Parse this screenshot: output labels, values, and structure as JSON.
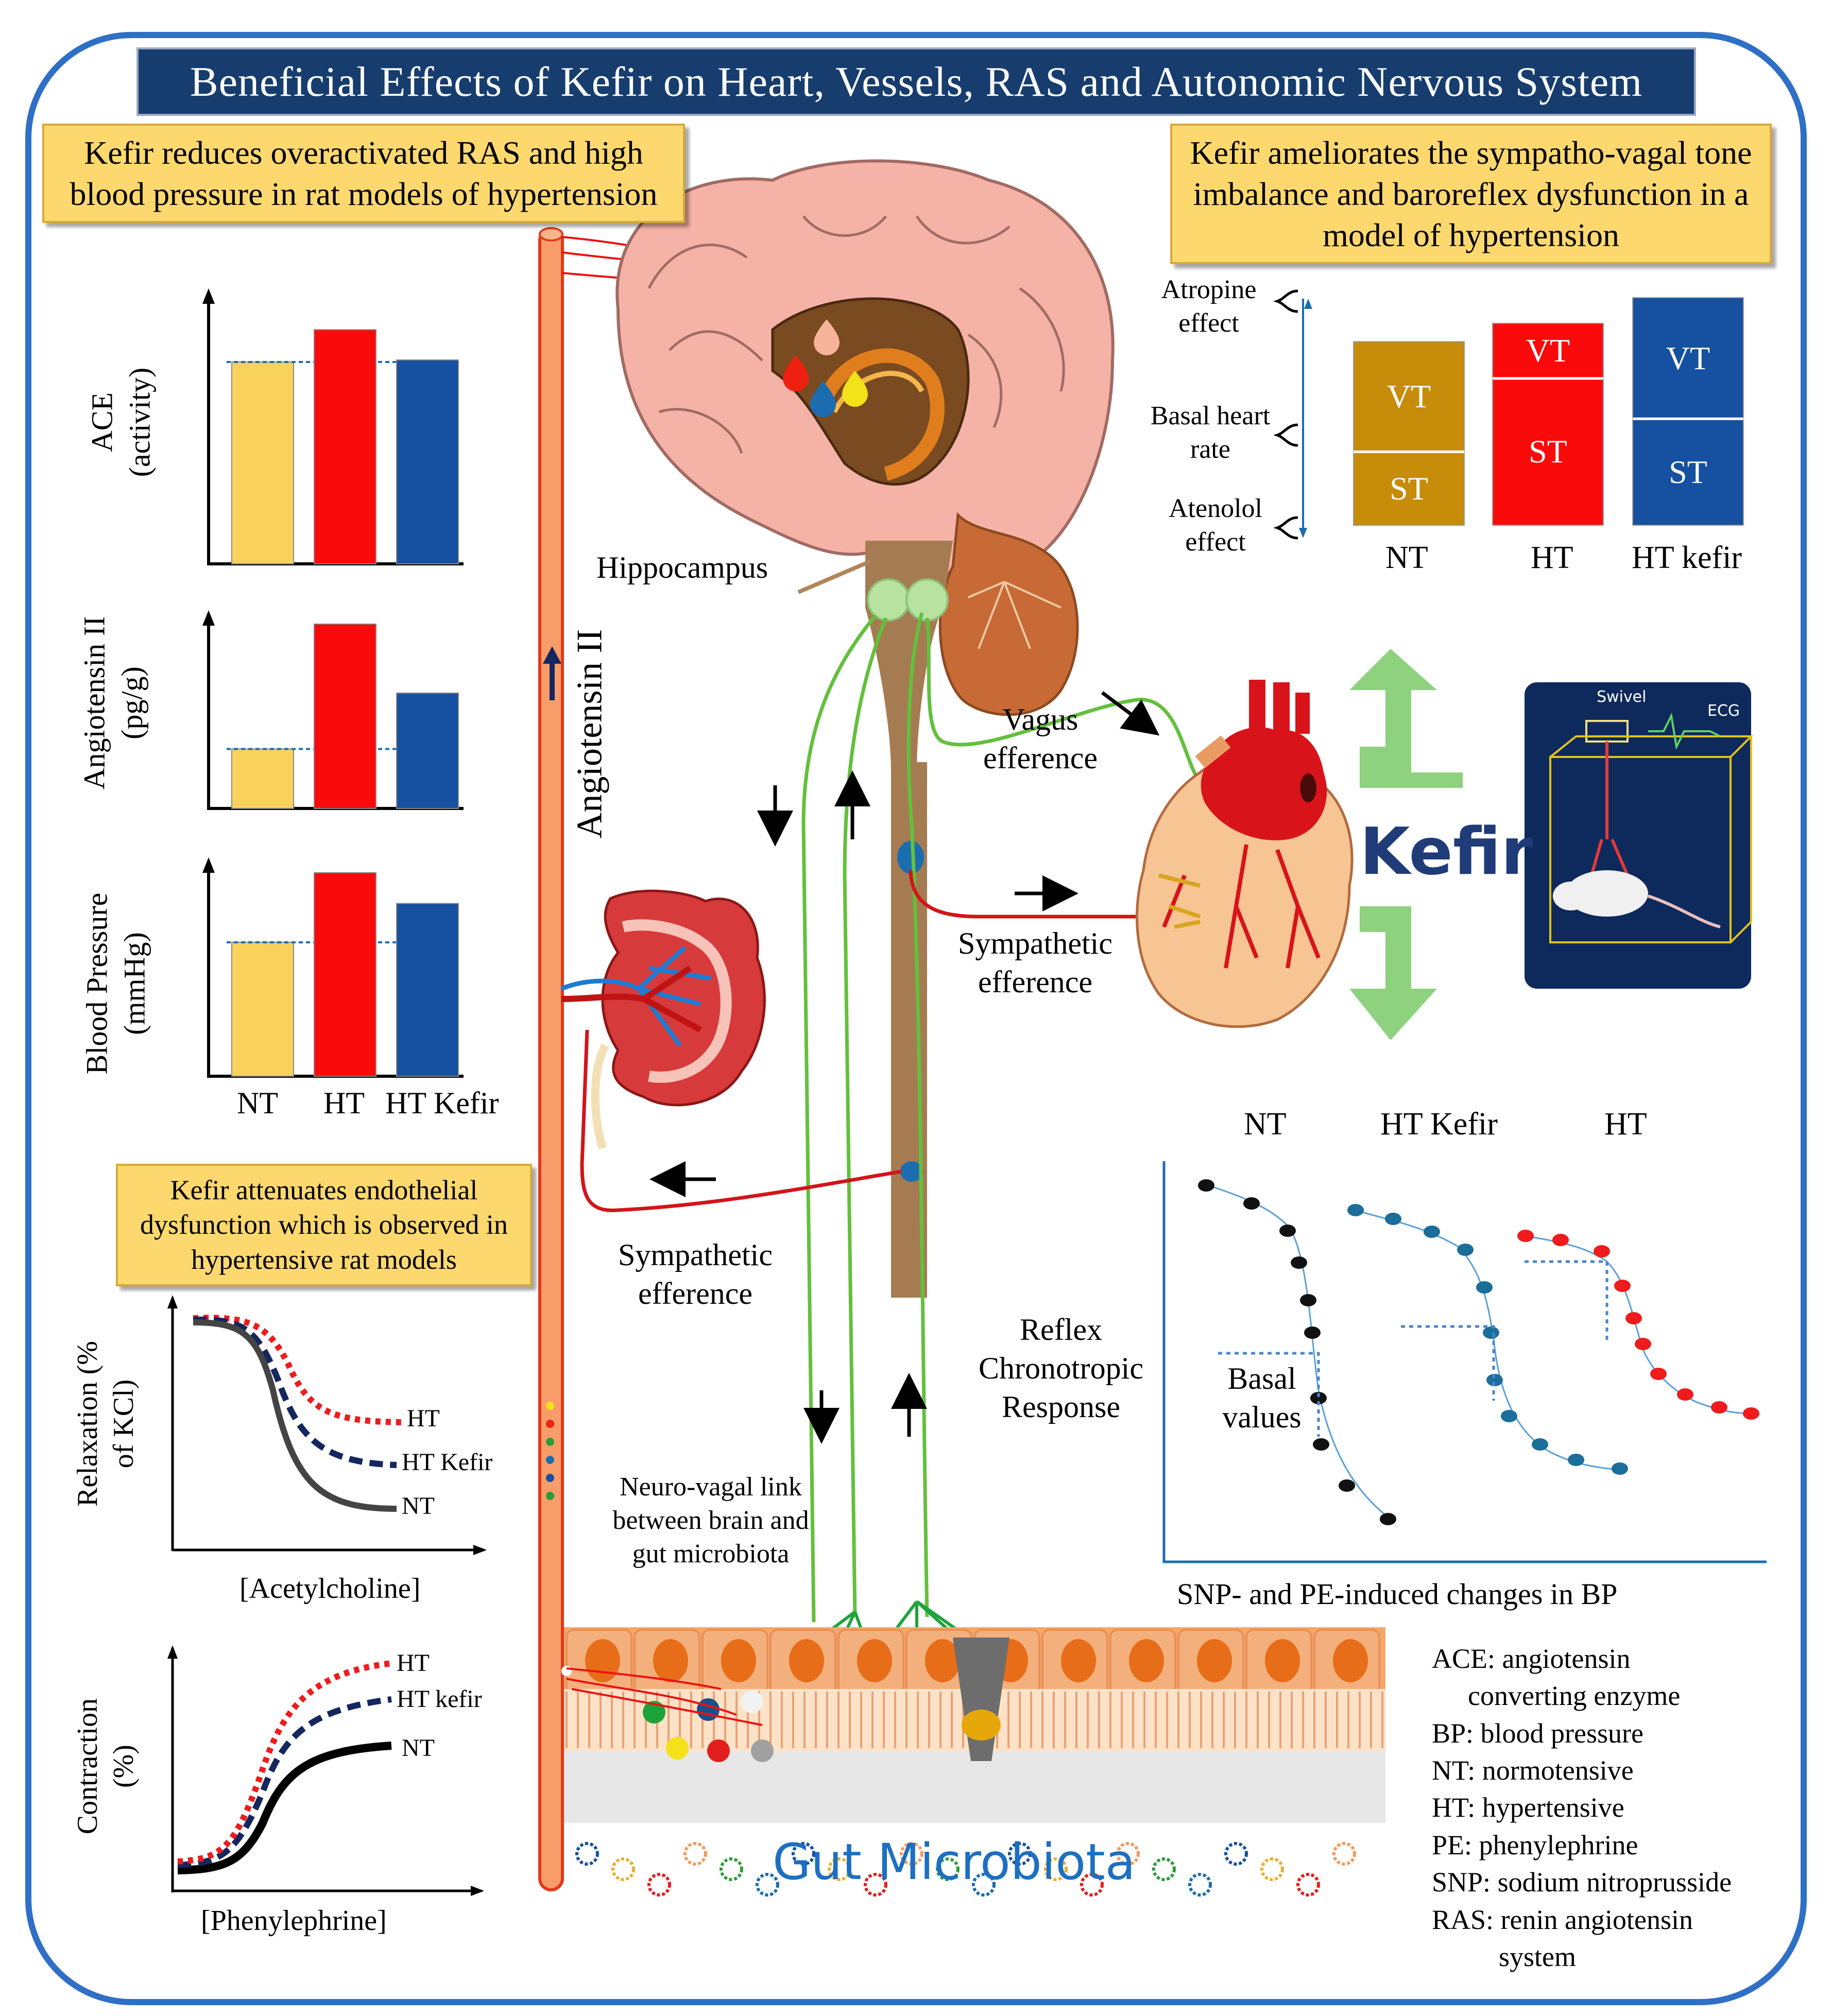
{
  "title": "Beneficial Effects of Kefir on Heart, Vessels, RAS and Autonomic Nervous System",
  "box_ras": "Kefir reduces overactivated RAS and high blood pressure in rat models of hypertension",
  "box_sympatho": "Kefir ameliorates the sympatho-vagal tone imbalance and baroreflex dysfunction in a model of hypertension",
  "box_endothelial": "Kefir attenuates endothelial dysfunction which is observed in hypertensive rat models",
  "colors": {
    "NT": "#f9d25c",
    "HT": "#fa0a0a",
    "HT_Kefir": "#1650a0",
    "frame": "#2f6fc6",
    "title_bg": "#173d6e"
  },
  "chart_data": [
    {
      "type": "bar",
      "ylabel": "ACE (activity)",
      "categories": [
        "NT",
        "HT",
        "HT Kefir"
      ],
      "values": [
        1.0,
        1.16,
        1.01
      ],
      "reference_line": "NT level (dotted)"
    },
    {
      "type": "bar",
      "ylabel": "Angiotensin II (pg/g)",
      "categories": [
        "NT",
        "HT",
        "HT Kefir"
      ],
      "values": [
        1.0,
        3.1,
        1.94
      ],
      "reference_line": "NT level (dotted)"
    },
    {
      "type": "bar",
      "ylabel": "Blood Pressure (mmHg)",
      "categories": [
        "NT",
        "HT",
        "HT Kefir"
      ],
      "values": [
        1.0,
        1.52,
        1.29
      ],
      "reference_line": "NT level (dotted)"
    },
    {
      "type": "line",
      "ylabel": "Relaxation (% of KCl)",
      "xlabel": "[Acetylcholine]",
      "series": [
        {
          "name": "HT",
          "style": "dotted red"
        },
        {
          "name": "HT Kefir",
          "style": "dashed navy"
        },
        {
          "name": "NT",
          "style": "solid gray"
        }
      ]
    },
    {
      "type": "line",
      "ylabel": "Contraction (%)",
      "xlabel": "[Phenylephrine]",
      "series": [
        {
          "name": "HT",
          "style": "dotted red"
        },
        {
          "name": "HT kefir",
          "style": "dashed navy"
        },
        {
          "name": "NT",
          "style": "solid black"
        }
      ]
    },
    {
      "type": "bar",
      "stacked": true,
      "categories": [
        "NT",
        "HT",
        "HT kefir"
      ],
      "series": [
        {
          "name": "ST",
          "values": [
            0.4,
            0.8,
            0.58
          ]
        },
        {
          "name": "VT",
          "values": [
            0.6,
            0.3,
            0.66
          ]
        }
      ],
      "side_labels": [
        "Atropine effect",
        "Basal heart rate",
        "Atenolol effect"
      ]
    },
    {
      "type": "scatter",
      "xlabel": "SNP- and PE-induced changes in BP",
      "series_labels": [
        "NT",
        "HT Kefir",
        "HT"
      ],
      "annotation": "Basal values"
    }
  ],
  "labels": {
    "nt": "NT",
    "ht": "HT",
    "ht_kefir": "HT Kefir",
    "ht_kefir_lower": "HT kefir",
    "vt": "VT",
    "st": "ST",
    "atropine": "Atropine effect",
    "basal_hr": "Basal heart rate",
    "atenolol": "Atenolol effect",
    "hippocampus": "Hippocampus",
    "angiotensin": "Angiotensin II",
    "vagus": "Vagus efference",
    "sympathetic": "Sympathetic efference",
    "reflex": "Reflex Chronotropic Response",
    "neurovagal": "Neuro-vagal link between brain and gut microbiota",
    "kefir": "Kefir",
    "swivel": "Swivel",
    "ecg": "ECG",
    "basal_values": "Basal values",
    "snp_pe": "SNP- and PE-induced changes in BP",
    "ace_axis": "ACE (activity)",
    "ang_axis": "Angiotensin II (pg/g)",
    "bp_axis": "Blood Pressure (mmHg)",
    "relax_axis": "Relaxation (% of KCl)",
    "contr_axis": "Contraction (%)",
    "ach": "[Acetylcholine]",
    "pe": "[Phenylephrine]",
    "gut": "Gut Microbiota"
  },
  "legend": [
    "ACE: angiotensin",
    "converting enzyme",
    "BP: blood pressure",
    "NT: normotensive",
    "HT: hypertensive",
    "PE: phenylephrine",
    "SNP: sodium nitroprusside",
    "RAS: renin angiotensin",
    "system"
  ]
}
